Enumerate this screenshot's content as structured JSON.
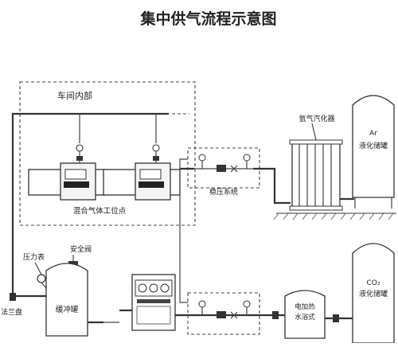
{
  "title": "集中供气流程示意图",
  "labels": {
    "workshop": "车间内部",
    "mixed_gas_point": "混合气体工位点",
    "stabilizer_top": "稳压系统",
    "argon_vaporizer": "氩气汽化器",
    "ar_symbol": "Ar",
    "ar_liquid_tank": "液化储罐",
    "pressure_gauge": "压力表",
    "safety_valve": "安全阀",
    "flange_plate": "法兰盘",
    "buffer_tank": "缓冲罐",
    "electric_heated": "电加热",
    "water_bath": "水浴式",
    "co2_symbol": "CO₂",
    "co2_liquid_tank": "液化储罐"
  }
}
